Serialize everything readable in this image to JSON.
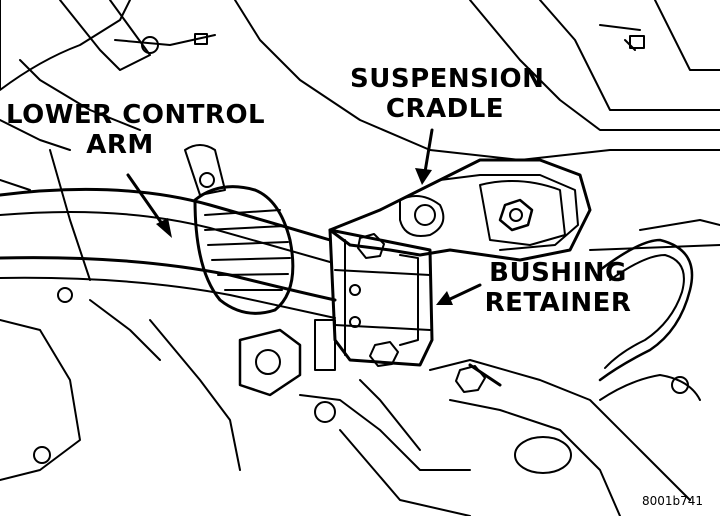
{
  "labels": {
    "lower_control_arm_line1": "LOWER CONTROL",
    "lower_control_arm_line2": "ARM",
    "suspension_cradle_line1": "SUSPENSION",
    "suspension_cradle_line2": "CRADLE",
    "bushing_retainer_line1": "BUSHING",
    "bushing_retainer_line2": "RETAINER"
  },
  "figure_id": "8001b741",
  "colors": {
    "ink": "#000000",
    "paper": "#ffffff"
  }
}
